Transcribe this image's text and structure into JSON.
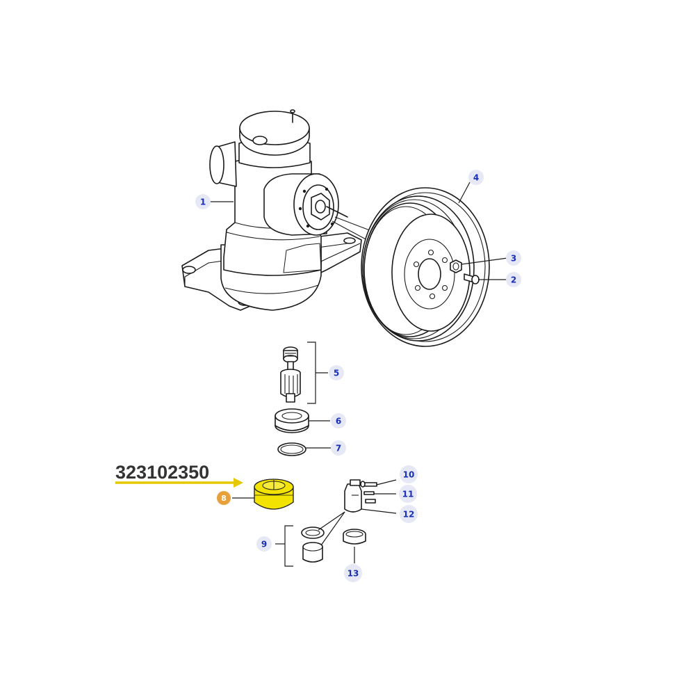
{
  "diagram": {
    "highlight_part_number": "323102350",
    "colors": {
      "callout_text": "#1a2fb8",
      "callout_bubble": "#e6e8f5",
      "highlight_fill": "#f2e300",
      "highlight_bubble": "#e8a13a",
      "arrow": "#e6c800",
      "line": "#1a1a1a"
    },
    "callouts": [
      {
        "id": "1",
        "label": "1"
      },
      {
        "id": "2",
        "label": "2"
      },
      {
        "id": "3",
        "label": "3"
      },
      {
        "id": "4",
        "label": "4"
      },
      {
        "id": "5",
        "label": "5"
      },
      {
        "id": "6",
        "label": "6"
      },
      {
        "id": "7",
        "label": "7"
      },
      {
        "id": "8",
        "label": "8",
        "highlighted": true
      },
      {
        "id": "9",
        "label": "9"
      },
      {
        "id": "10",
        "label": "10"
      },
      {
        "id": "11",
        "label": "11"
      },
      {
        "id": "12",
        "label": "12"
      },
      {
        "id": "13",
        "label": "13"
      }
    ]
  }
}
